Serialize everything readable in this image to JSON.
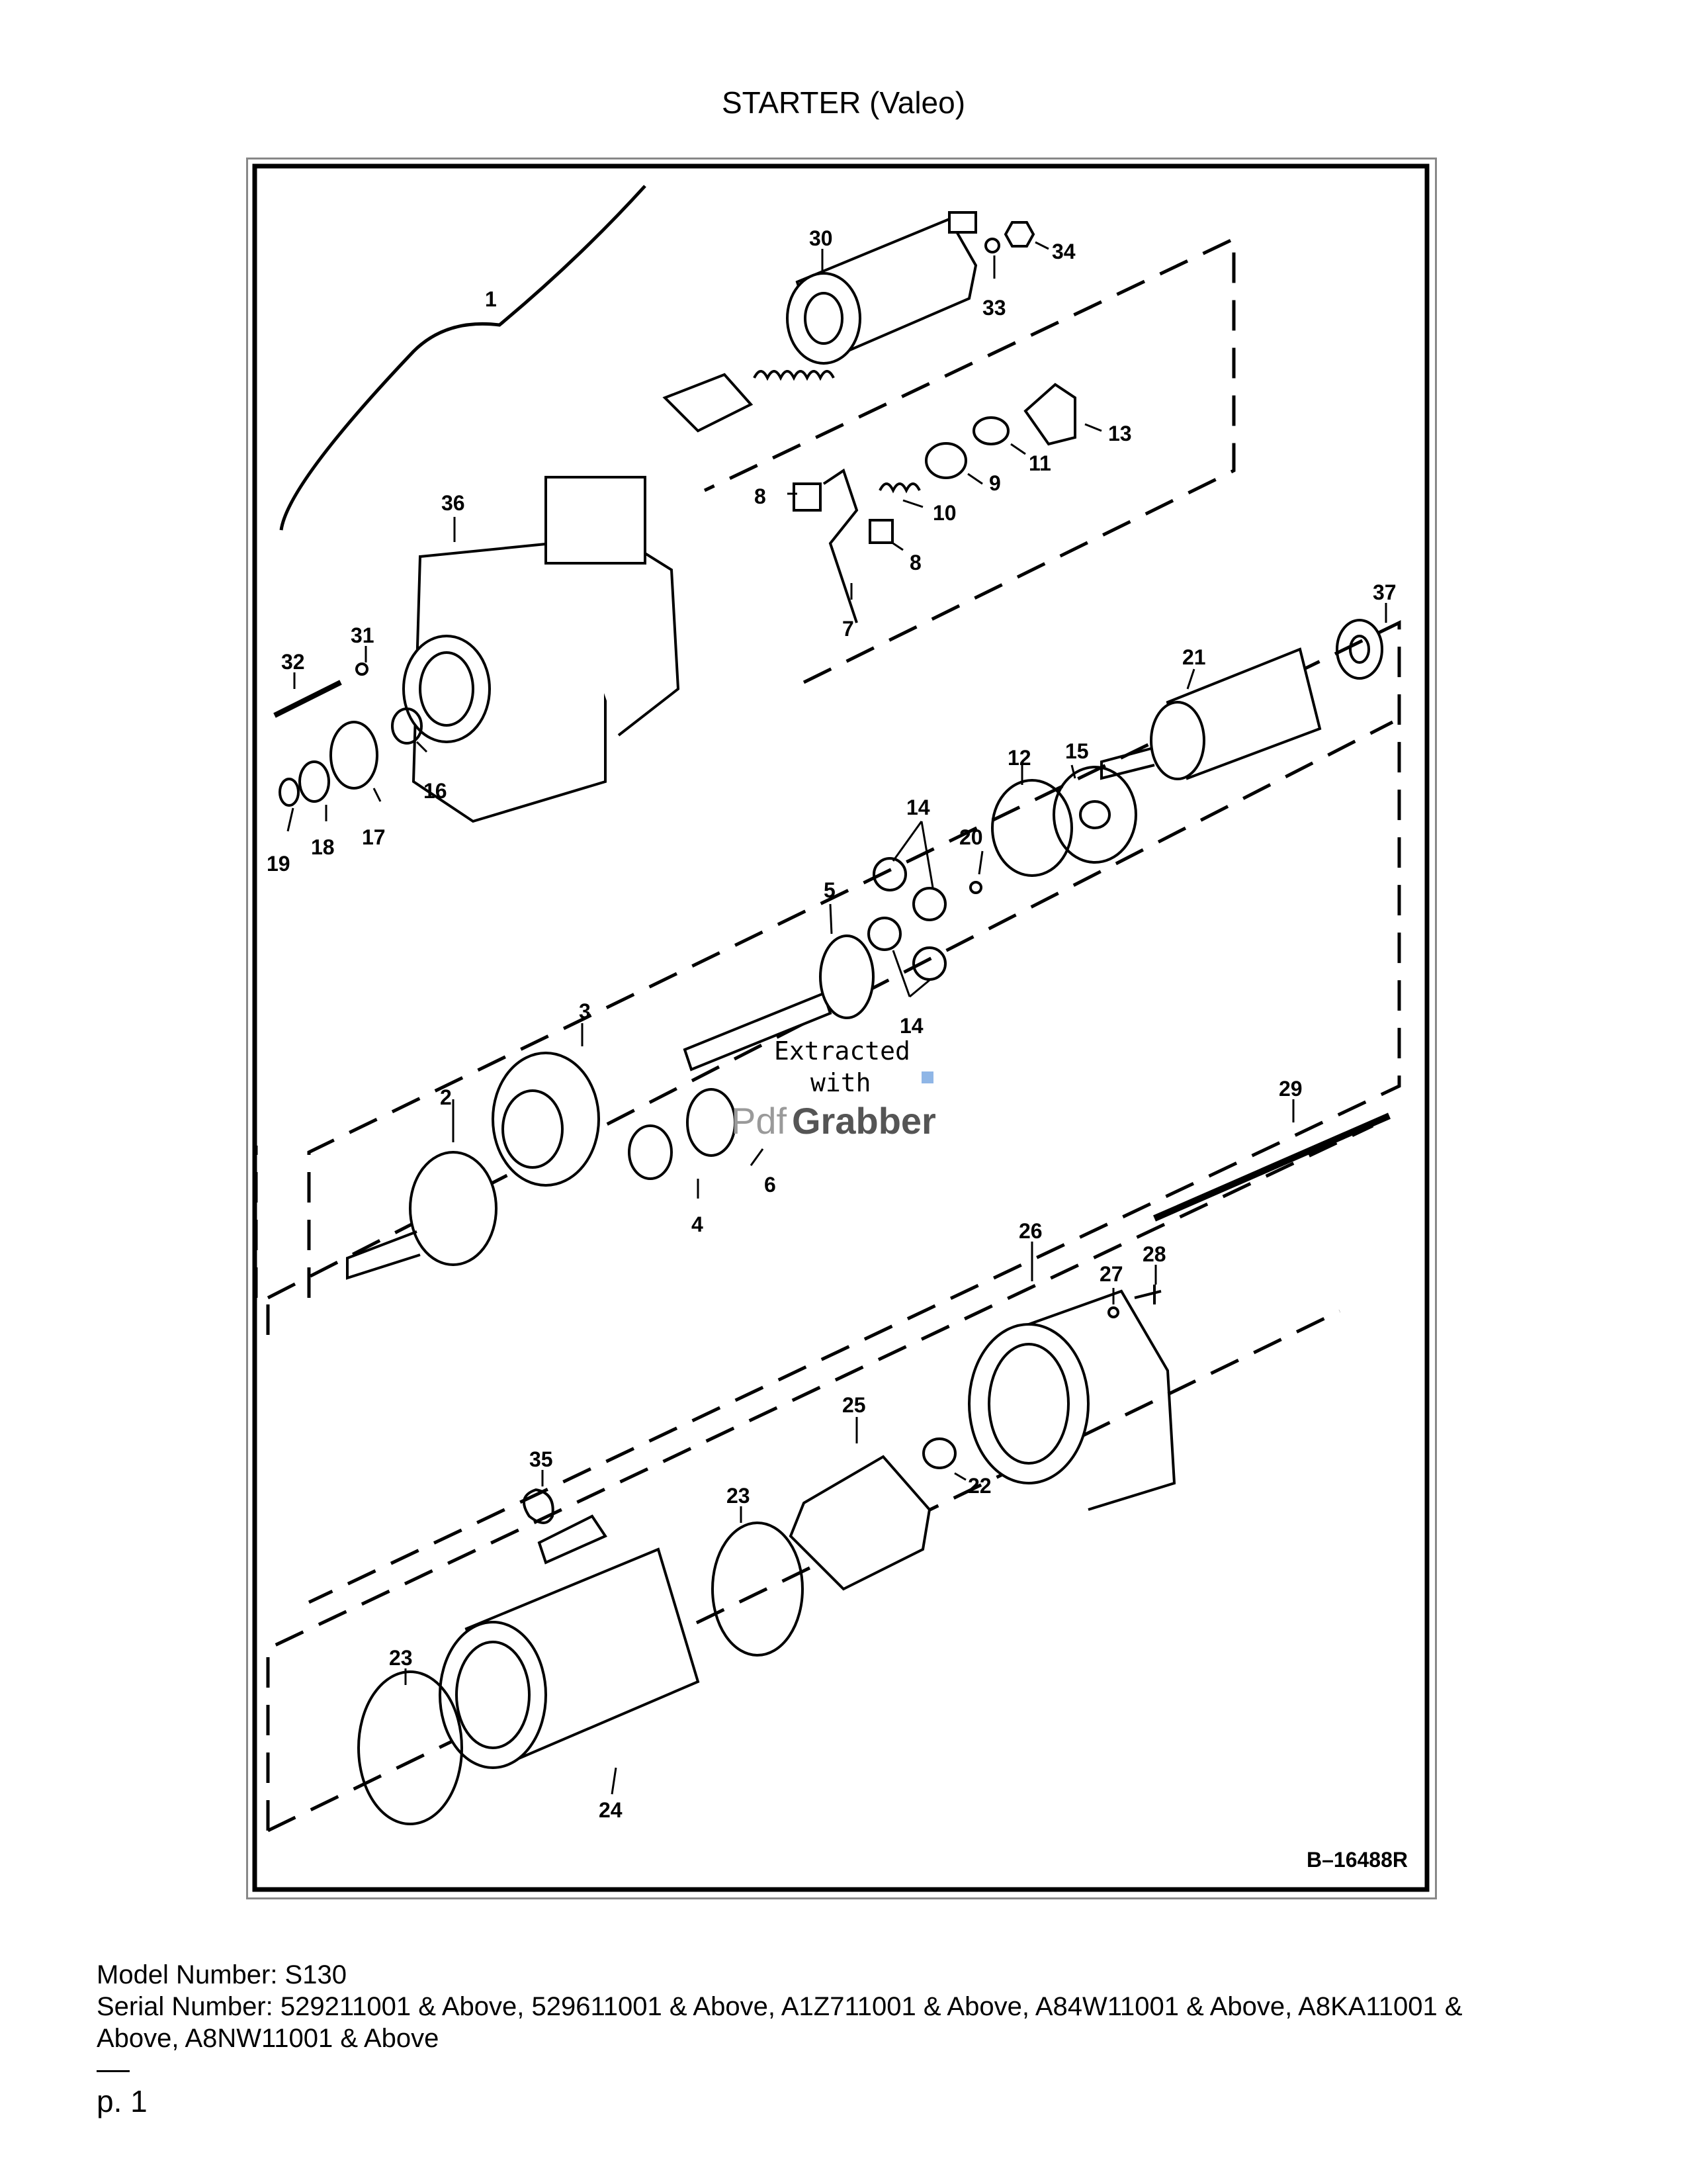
{
  "page": {
    "title": "STARTER (Valeo)",
    "model_label": "Model Number: S130",
    "serial_line_1": "Serial Number: 529211001 & Above, 529611001 & Above, A1Z711001 & Above, A84W11001 & Above, A8KA11001 &",
    "serial_line_2": "Above, A8NW11001 & Above",
    "page_number": "p. 1"
  },
  "diagram": {
    "drawing_id": "B–16488R",
    "watermark": {
      "line1": "Extracted",
      "line2": "with",
      "brand_a": "Pdf",
      "brand_b": "Grabber"
    },
    "callouts": [
      "1",
      "2",
      "3",
      "4",
      "5",
      "6",
      "7",
      "8",
      "8",
      "9",
      "10",
      "11",
      "12",
      "13",
      "14",
      "14",
      "15",
      "16",
      "17",
      "18",
      "19",
      "20",
      "21",
      "22",
      "23",
      "23",
      "24",
      "25",
      "26",
      "27",
      "28",
      "29",
      "30",
      "31",
      "32",
      "33",
      "34",
      "35",
      "36",
      "37"
    ]
  }
}
